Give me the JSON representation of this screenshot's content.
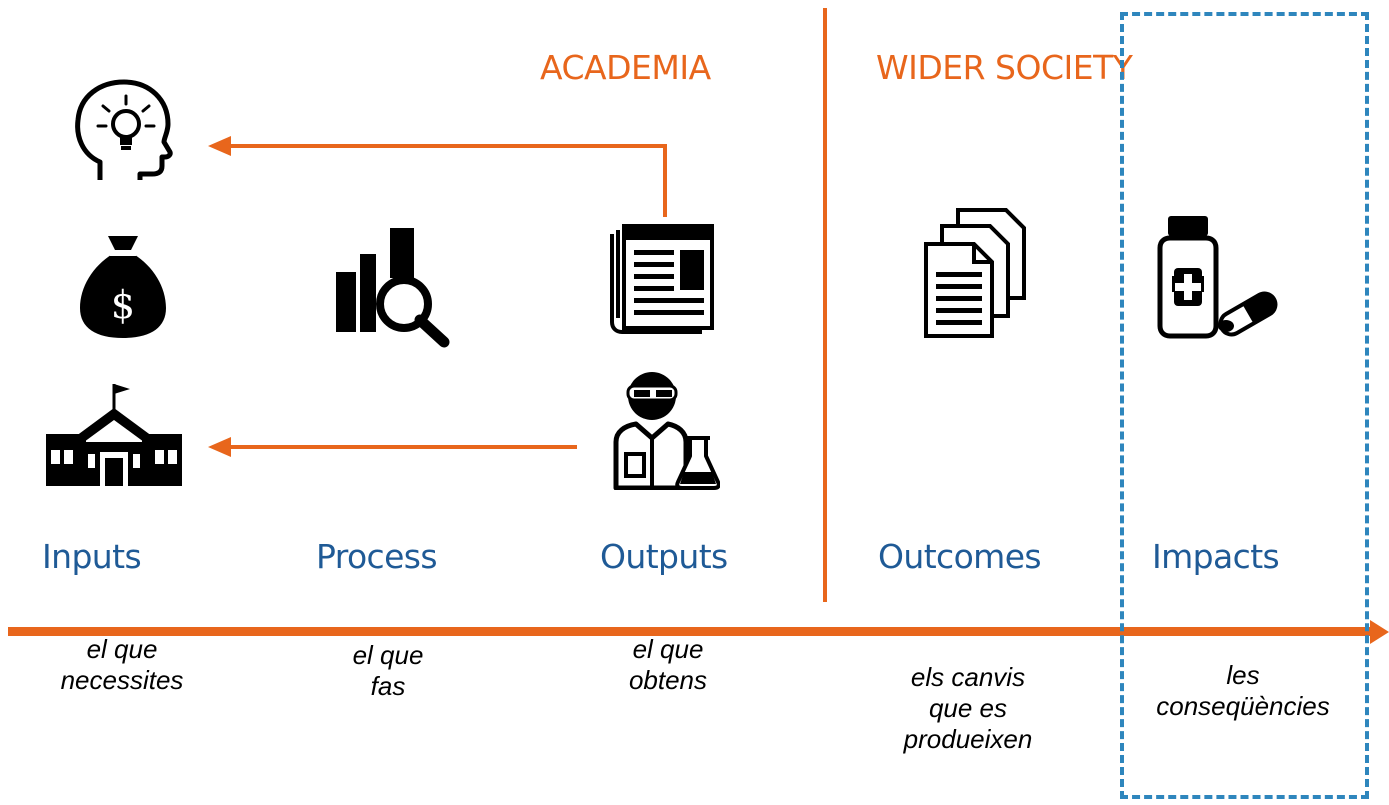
{
  "colors": {
    "accent": "#e8661c",
    "label": "#1f5a96",
    "highlight": "#2e86bd",
    "text": "#000000"
  },
  "sections": {
    "academia": "ACADEMIA",
    "wider_society": "WIDER SOCIETY"
  },
  "stages": [
    {
      "label": "Inputs",
      "description": [
        "el que",
        "necessites"
      ]
    },
    {
      "label": "Process",
      "description": [
        "el que",
        "fas"
      ]
    },
    {
      "label": "Outputs",
      "description": [
        "el que",
        "obtens"
      ]
    },
    {
      "label": "Outcomes",
      "description": [
        "els canvis",
        "que es",
        "produeixen"
      ]
    },
    {
      "label": "Impacts",
      "description": [
        "les",
        "conseqüències"
      ]
    }
  ],
  "icons": [
    "head-lightbulb-icon",
    "money-bag-icon",
    "university-building-icon",
    "data-analysis-icon",
    "newspaper-icon",
    "scientist-icon",
    "documents-icon",
    "medicine-bottle-icon"
  ]
}
